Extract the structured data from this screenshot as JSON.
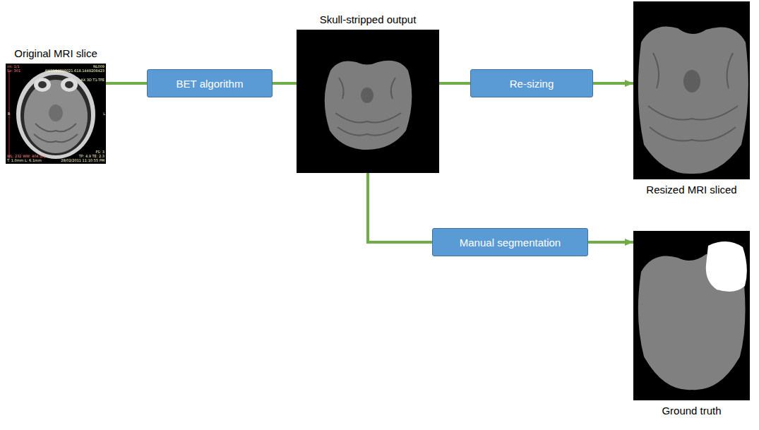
{
  "diagram": {
    "nodes": [
      {
        "text": [
          "Original MRI slice"
        ]
      },
      {
        "text": [
          "BET algorithm"
        ]
      },
      {
        "text": [
          "Skull-stripped output"
        ]
      },
      {
        "text": [
          "Re-sizing"
        ]
      },
      {
        "text": [
          "Resized MRI sliced"
        ]
      },
      {
        "text": [
          "Manual segmentation"
        ]
      },
      {
        "text": [
          "Ground truth"
        ]
      }
    ],
    "edges": [
      {
        "from": 0,
        "to": 1,
        "arrow": "none"
      },
      {
        "from": 1,
        "to": 2,
        "arrow": "none"
      },
      {
        "from": 2,
        "to": 3,
        "arrow": "none"
      },
      {
        "from": 3,
        "to": 4,
        "arrow": "to"
      },
      {
        "from": 2,
        "to": 5,
        "arrow": "none"
      },
      {
        "from": 5,
        "to": 6,
        "arrow": "to"
      }
    ],
    "labels": [
      "im: 1/1",
      "Se: 301",
      "NL009",
      "AW1184898021.618.1449208423",
      "AX 3D T1-TFE",
      "R",
      "L",
      "FS: 3",
      "TP: 4.9 TE: 2.3",
      "WL: 232 WW: 404 [D]",
      "T: 1.0mm L: 6.1mm",
      "28/02/2011 11:10:55 PM"
    ]
  }
}
